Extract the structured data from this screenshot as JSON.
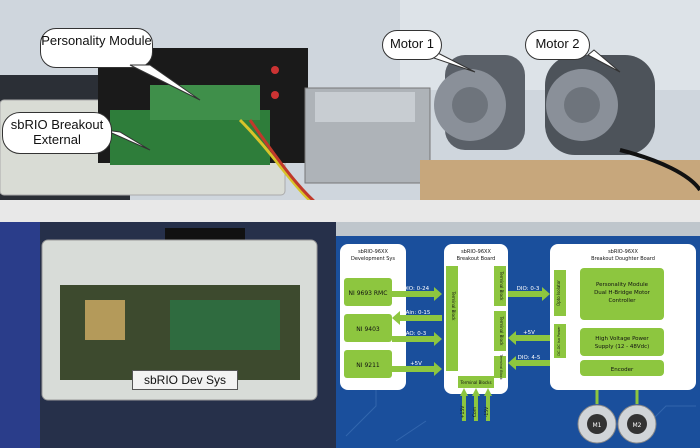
{
  "photo_labels": {
    "personality_module": "Personality Module",
    "sbrio_breakout": "sbRIO Breakout External",
    "motor1": "Motor 1",
    "motor2": "Motor 2",
    "dev_sys": "sbRIO Dev Sys"
  },
  "diagram": {
    "dev_title_1": "sbRIO-96XX",
    "dev_title_2": "Development Sys",
    "dev_blocks": [
      "NI 9693 RMC",
      "NI 9403",
      "NI 9211"
    ],
    "breakout_title_1": "sbRIO-96XX",
    "breakout_title_2": "Breakout Board",
    "terminal_block_label": "Terminal Block",
    "terminal_blocks_bottom": "Terminal Blocks",
    "daughter_title_1": "sbRIO-96XX",
    "daughter_title_2": "Breakout Doughter Board",
    "personality_text": [
      "Personality Module",
      "Dual H-Bridge Motor",
      "Controller"
    ],
    "hv_power_text": [
      "High Voltage Power",
      "Supply (12 - 48Vdc)"
    ],
    "encoder": "Encoder",
    "opto_isolator": "Opto Isolator",
    "dcdc": "DC-DC Iso Power",
    "left_signals": [
      "DIO: 0-24",
      "Ain: 0-15",
      "AO: 0-3",
      "+5V"
    ],
    "right_signals": [
      "DIO: 0-3",
      "+5V",
      "DIO: 4-5"
    ],
    "bottom_signals": [
      "+15V",
      "Com",
      "-15V"
    ],
    "motors": [
      "M1",
      "M2"
    ],
    "colors": {
      "green": "#8dc63f",
      "bg": "#1a4f9c",
      "box": "#ffffff"
    }
  }
}
